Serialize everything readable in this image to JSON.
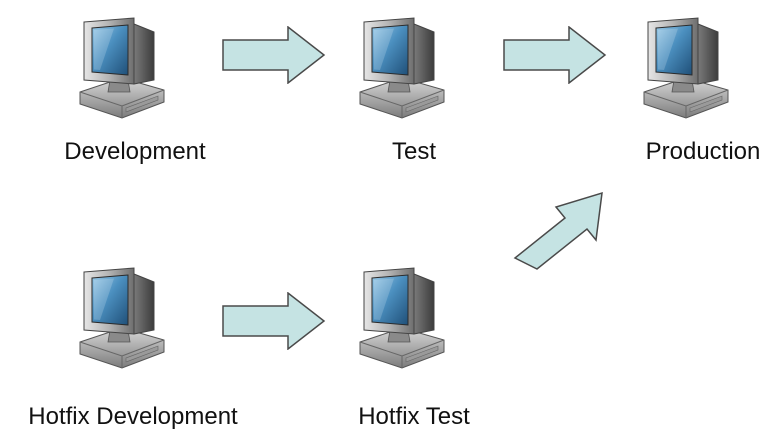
{
  "diagram": {
    "nodes": [
      {
        "id": "development",
        "label": "Development"
      },
      {
        "id": "test",
        "label": "Test"
      },
      {
        "id": "production",
        "label": "Production"
      },
      {
        "id": "hotfix-development",
        "label": "Hotfix Development"
      },
      {
        "id": "hotfix-test",
        "label": "Hotfix Test"
      }
    ],
    "edges": [
      {
        "from": "development",
        "to": "test"
      },
      {
        "from": "test",
        "to": "production"
      },
      {
        "from": "hotfix-development",
        "to": "hotfix-test"
      },
      {
        "from": "hotfix-test",
        "to": "production"
      }
    ],
    "colors": {
      "arrow_fill": "#c5e3e3",
      "arrow_stroke": "#4a4a4a",
      "screen": "#3f7fa8",
      "case": "#a8a8a8"
    }
  }
}
